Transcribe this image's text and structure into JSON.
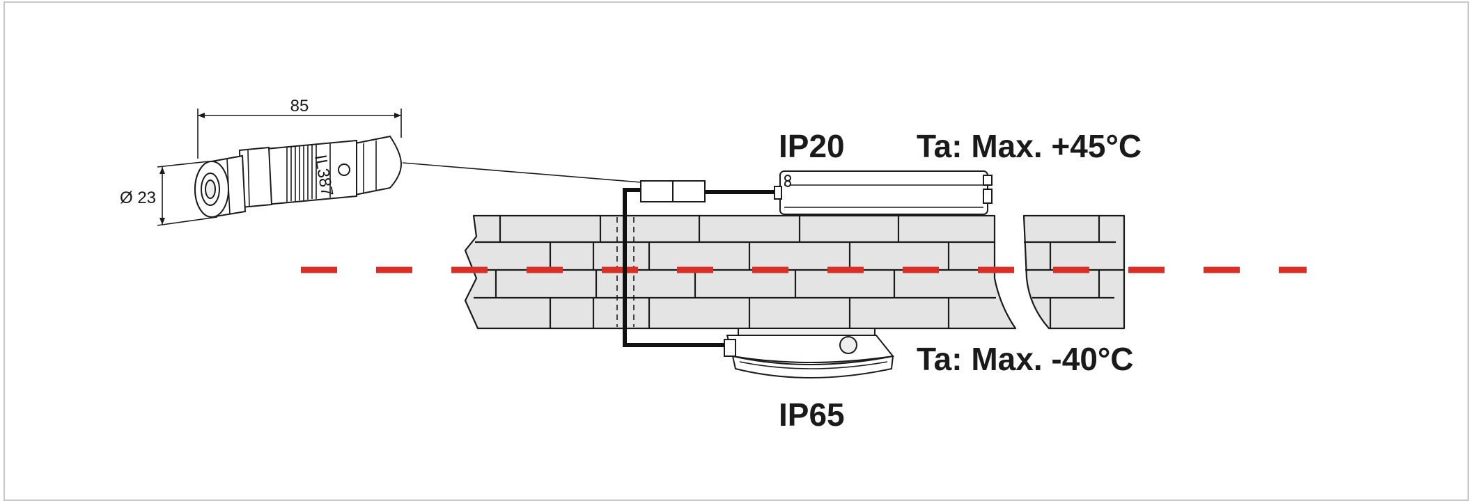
{
  "dimensions": {
    "length": "85",
    "diameter": "Ø 23"
  },
  "labels": {
    "ip_indoor": "IP20",
    "temp_indoor": "Ta: Max. +45°C",
    "temp_outdoor": "Ta: Max. -40°C",
    "ip_outdoor": "IP65"
  },
  "connector_marking": "IL387",
  "colors": {
    "boundary_line": "#d93025",
    "wall_fill": "#e4e4e4",
    "line": "#1a1a1a"
  },
  "icons": [
    "connector-icon",
    "driver-box-icon",
    "outdoor-housing-icon",
    "brick-wall-icon"
  ]
}
